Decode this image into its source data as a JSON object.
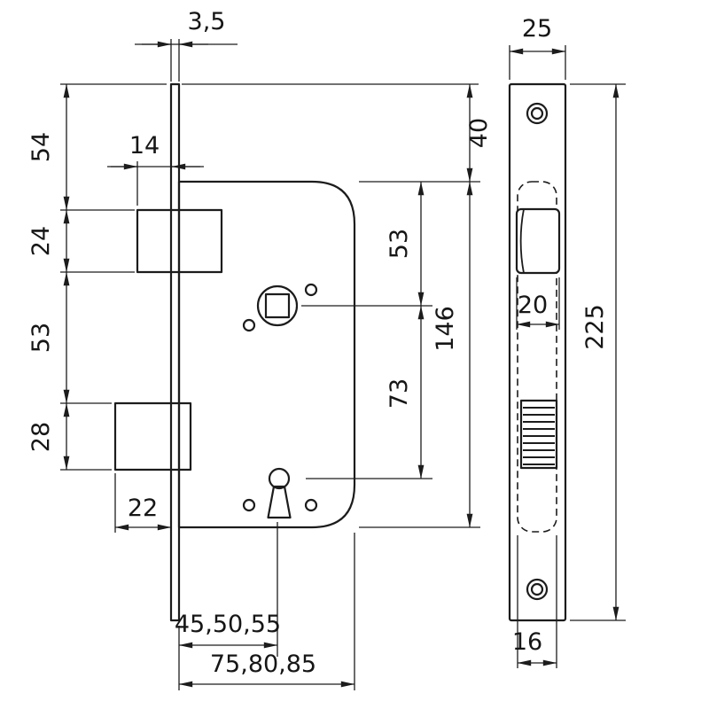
{
  "colors": {
    "line": "#1c1c1c",
    "background": "#ffffff"
  },
  "side_view": {
    "dims": {
      "faceplate_thickness": "3,5",
      "plate_top_to_latch": "54",
      "latch_protrusion": "14",
      "latch_height": "24",
      "latch_to_deadbolt": "53",
      "deadbolt_height": "28",
      "deadbolt_protrusion": "22",
      "plate_top_to_case_top": "40",
      "case_top_to_follower": "53",
      "case_height": "146",
      "follower_to_keyhole": "73",
      "backset_options": "45,50,55",
      "case_depth_options": "75,80,85"
    }
  },
  "front_view": {
    "dims": {
      "plate_width": "25",
      "latch_width": "20",
      "plate_height": "225",
      "case_thickness": "16"
    }
  }
}
